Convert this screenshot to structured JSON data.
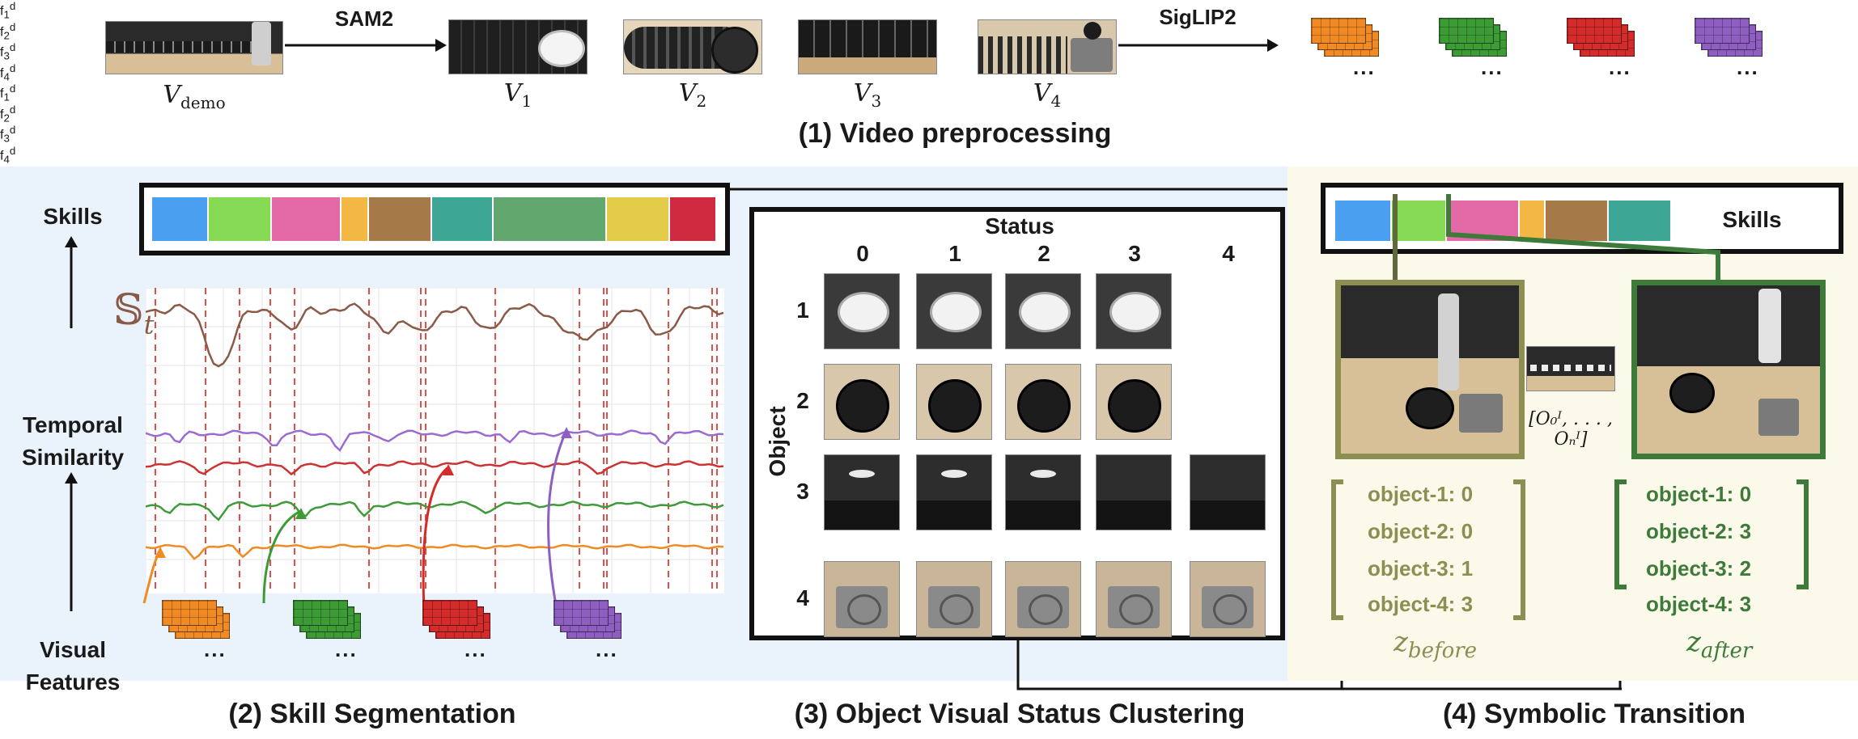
{
  "section1": {
    "title": "(1) Video preprocessing",
    "tool_sam2": "SAM2",
    "tool_siglip2": "SigLIP2",
    "videos": [
      {
        "base": "V",
        "sub": "demo"
      },
      {
        "base": "V",
        "sub": "1"
      },
      {
        "base": "V",
        "sub": "2"
      },
      {
        "base": "V",
        "sub": "3"
      },
      {
        "base": "V",
        "sub": "4"
      }
    ],
    "features": [
      {
        "base": "f",
        "sub": "1",
        "sup": "d",
        "color": "#f08a24"
      },
      {
        "base": "f",
        "sub": "2",
        "sup": "d",
        "color": "#3c9b35"
      },
      {
        "base": "f",
        "sub": "3",
        "sup": "d",
        "color": "#d42b2b"
      },
      {
        "base": "f",
        "sub": "4",
        "sup": "d",
        "color": "#8e5fc1"
      }
    ],
    "ellipsis": "..."
  },
  "section2": {
    "title": "(2) Skill Segmentation",
    "axis_skills": "Skills",
    "axis_temporal": "Temporal Similarity",
    "axis_visual": "Visual Features",
    "similarity_symbol": "𝕊",
    "similarity_sub": "t",
    "skill_colors": [
      "#4a9ff0",
      "#86d955",
      "#e36aa6",
      "#f2b843",
      "#a67a48",
      "#3ea695",
      "#62a86e",
      "#e3cc4a",
      "#cf2a40"
    ]
  },
  "section3": {
    "title": "(3) Object Visual Status Clustering",
    "status_label": "Status",
    "object_label": "Object",
    "status_cols": [
      "0",
      "1",
      "2",
      "3",
      "4"
    ],
    "object_rows": [
      "1",
      "2",
      "3",
      "4"
    ]
  },
  "section4": {
    "title": "(4) Symbolic Transition",
    "skills_label": "Skills",
    "skill_colors": [
      "#4a9ff0",
      "#86d955",
      "#e36aa6",
      "#f2b843",
      "#a67a48",
      "#3ea695"
    ],
    "obs_label": "[O₀ᴵ, . . . , Oₙᴵ]",
    "before": {
      "color": "#8c8e52",
      "symbol_base": "z",
      "symbol_sub": "before",
      "entries": [
        "object-1: 0",
        "object-2: 0",
        "object-3: 1",
        "object-4: 3"
      ]
    },
    "after": {
      "color": "#3e7b3a",
      "symbol_base": "z",
      "symbol_sub": "after",
      "entries": [
        "object-1: 0",
        "object-2: 3",
        "object-3: 2",
        "object-4: 3"
      ]
    }
  }
}
